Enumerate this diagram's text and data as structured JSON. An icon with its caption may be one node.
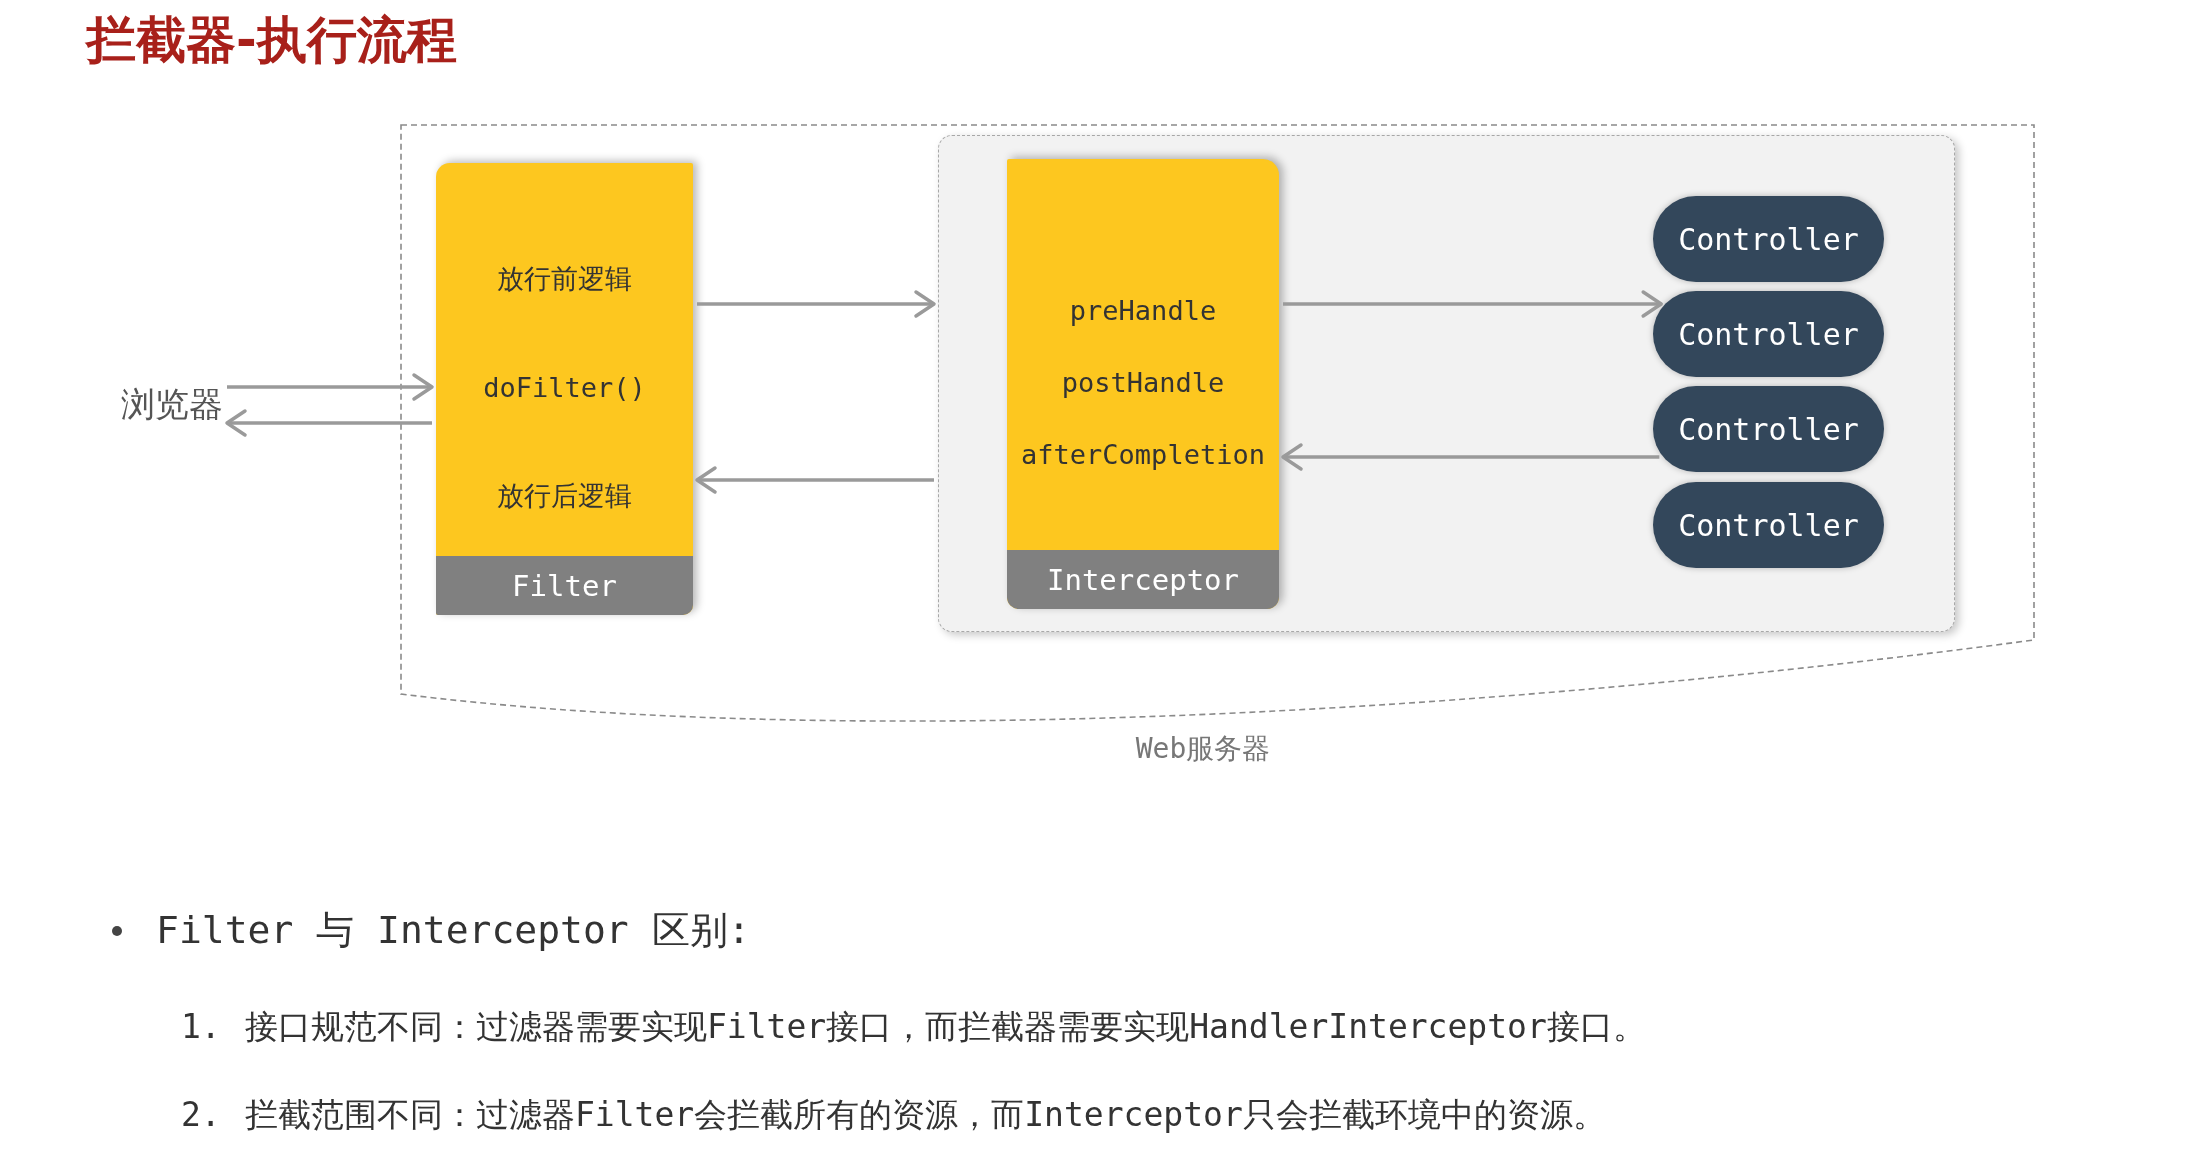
{
  "diagram": {
    "title": "拦截器-执行流程",
    "nodes": [
      {
        "text": [
          "Web服务器"
        ]
      },
      {
        "text": [
          "浏览器"
        ]
      },
      {
        "text": [
          "放行前逻辑",
          "doFilter()",
          "放行后逻辑",
          "Filter"
        ],
        "in": 0
      },
      {
        "text": [],
        "shape": "box",
        "in": 0
      },
      {
        "text": [
          "preHandle",
          "postHandle",
          "afterCompletion",
          "Interceptor"
        ],
        "in": 3
      },
      {
        "text": [
          "Controller"
        ],
        "in": 3
      },
      {
        "text": [
          "Controller"
        ],
        "in": 3
      },
      {
        "text": [
          "Controller"
        ],
        "in": 3
      },
      {
        "text": [
          "Controller"
        ],
        "in": 3
      }
    ],
    "edges": [
      {
        "from": 1,
        "to": 2,
        "arrow": "to"
      },
      {
        "from": 2,
        "to": 1,
        "arrow": "to"
      },
      {
        "from": 2,
        "to": 3,
        "arrow": "to"
      },
      {
        "from": 3,
        "to": 2,
        "arrow": "to"
      },
      {
        "from": 4,
        "to": 6,
        "arrow": "to"
      },
      {
        "from": 7,
        "to": 4,
        "arrow": "to"
      }
    ],
    "labels": [
      "Filter 与 Interceptor 区别:",
      "1.",
      "接口规范不同：过滤器需要实现Filter接口，而拦截器需要实现HandlerInterceptor接口。",
      "2.",
      "拦截范围不同：过滤器Filter会拦截所有的资源，而Interceptor只会拦截环境中的资源。"
    ]
  }
}
